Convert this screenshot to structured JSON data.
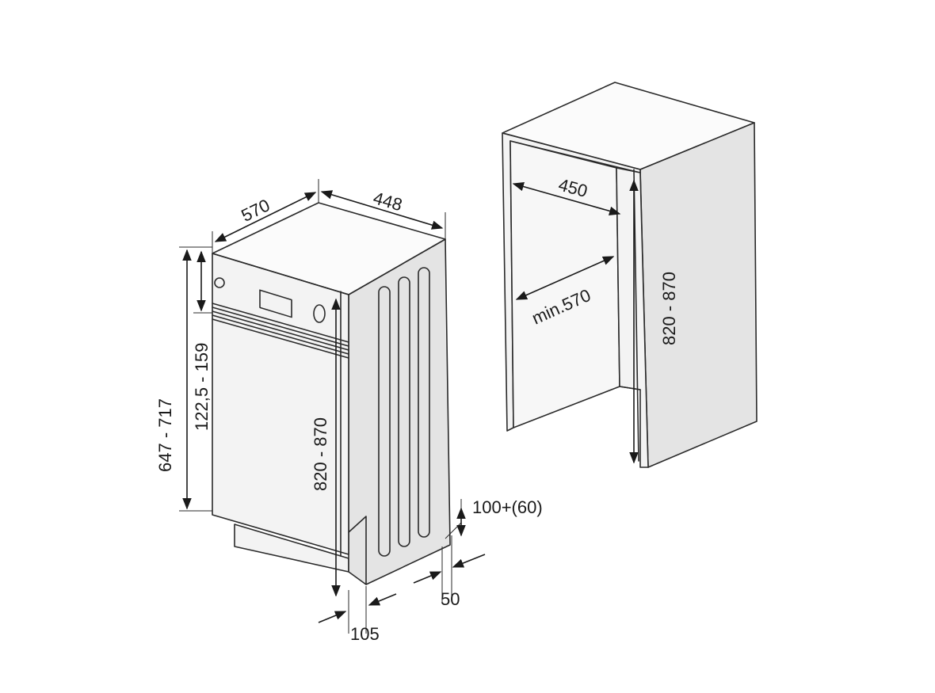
{
  "dimensions": {
    "appliance_depth": "570",
    "appliance_width": "448",
    "door_height_range": "647 - 717",
    "panel_range": "122,5 - 159",
    "appliance_height": "820 - 870",
    "toe_kick": "100+(60)",
    "plinth_offset": "50",
    "door_offset": "105",
    "niche_width": "450",
    "niche_depth": "min.570",
    "niche_height": "820 - 870"
  },
  "colors": {
    "line": "#2a2a2a",
    "background": "#ffffff"
  }
}
